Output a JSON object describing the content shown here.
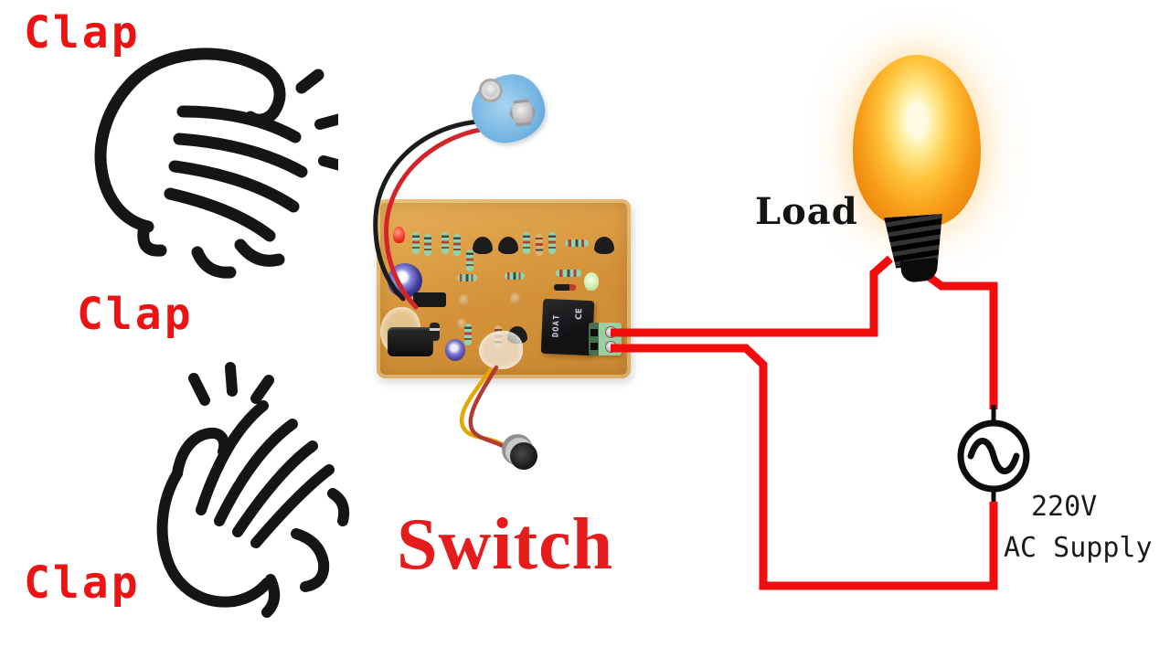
{
  "labels": {
    "clap_top": "Clap",
    "clap_middle": "Clap",
    "clap_bottom": "Clap",
    "switch_title": "Switch",
    "load": "Load",
    "supply_voltage": "220V",
    "supply_name": "AC Supply"
  },
  "pcb": {
    "relay_brand": "DOAT",
    "relay_certification": "CE"
  },
  "colors": {
    "clap_red": "#ec1313",
    "switch_red": "#e41c1c",
    "wire_red": "#f20d0d",
    "text_black": "#1a1a1a",
    "pcb_orange": "#d4913a",
    "battery_clip_blue": "#74b5e2",
    "bulb_glow_orange": "#f79d18"
  },
  "icons": {
    "clap_hands_top": "clapping-hands-line-art",
    "clap_hands_bottom": "clapping-hands-line-art",
    "ac_source": "sine-wave-in-circle",
    "bulb": "glowing-incandescent-bulb",
    "battery_clip": "9v-battery-snap-connector",
    "microphone": "electret-microphone"
  }
}
